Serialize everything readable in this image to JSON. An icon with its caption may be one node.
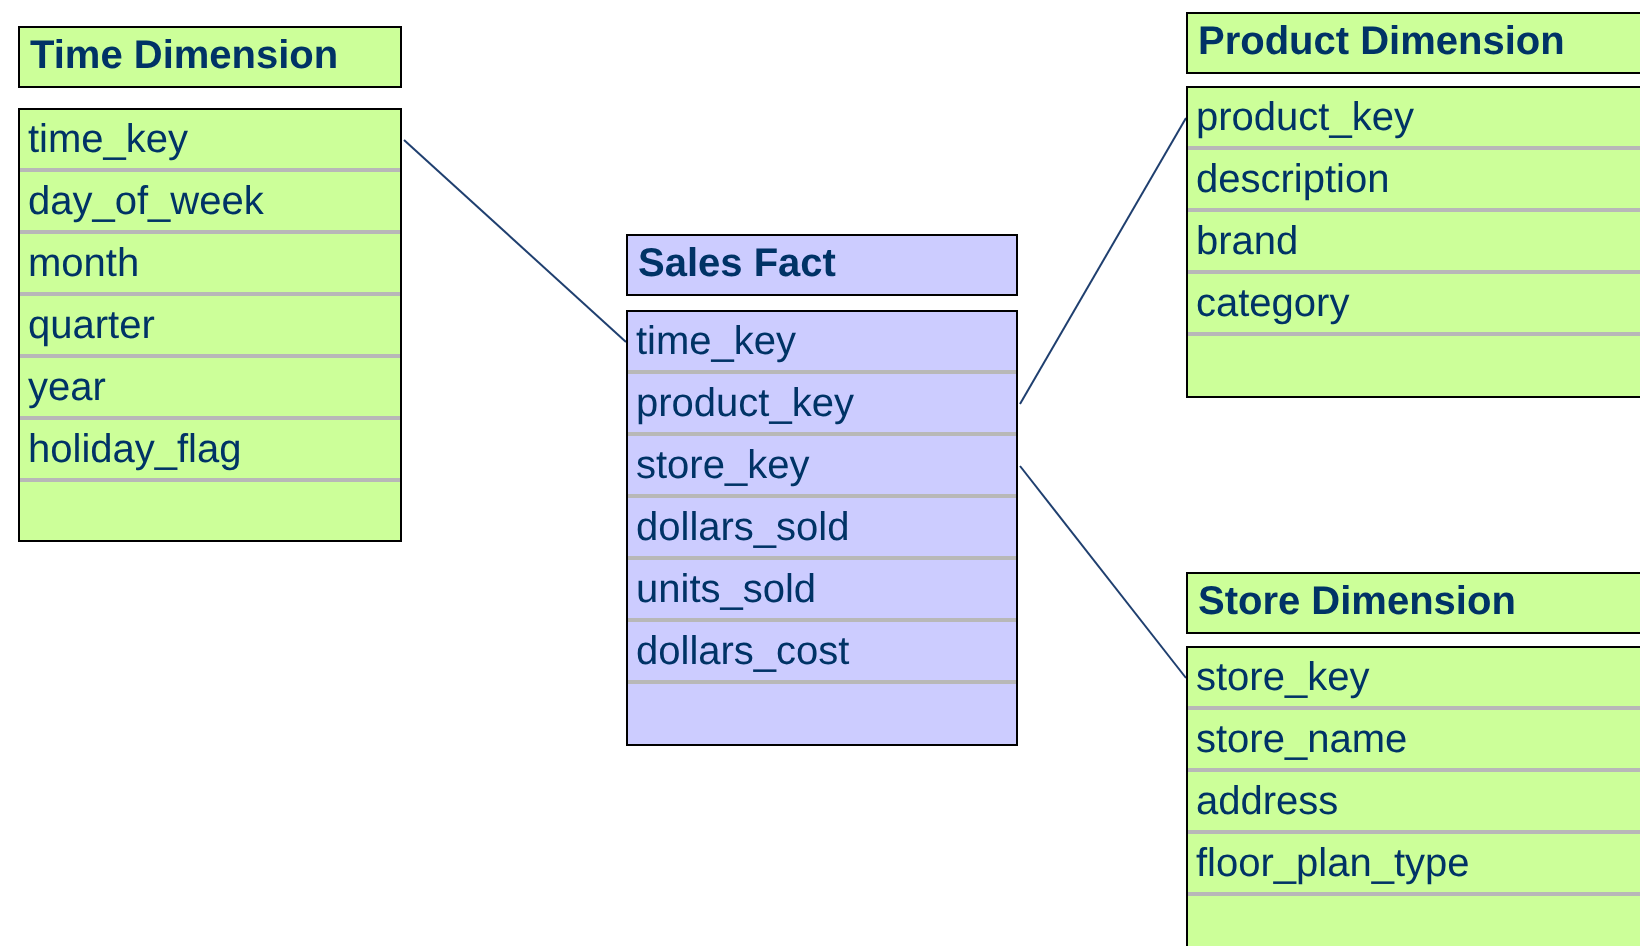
{
  "diagram": {
    "nodes": [
      {
        "text": [
          "Time Dimension",
          "time_key",
          "day_of_week",
          "month",
          "quarter",
          "year",
          "holiday_flag"
        ]
      },
      {
        "text": [
          "Sales Fact",
          "time_key",
          "product_key",
          "store_key",
          "dollars_sold",
          "units_sold",
          "dollars_cost"
        ]
      },
      {
        "text": [
          "Product Dimension",
          "product_key",
          "description",
          "brand",
          "category"
        ]
      },
      {
        "text": [
          "Store Dimension",
          "store_key",
          "store_name",
          "address",
          "floor_plan_type"
        ]
      }
    ],
    "edges": [
      {
        "from": 0,
        "to": 1,
        "arrow": "none"
      },
      {
        "from": 1,
        "to": 2,
        "arrow": "none"
      },
      {
        "from": 1,
        "to": 3,
        "arrow": "none"
      }
    ]
  }
}
